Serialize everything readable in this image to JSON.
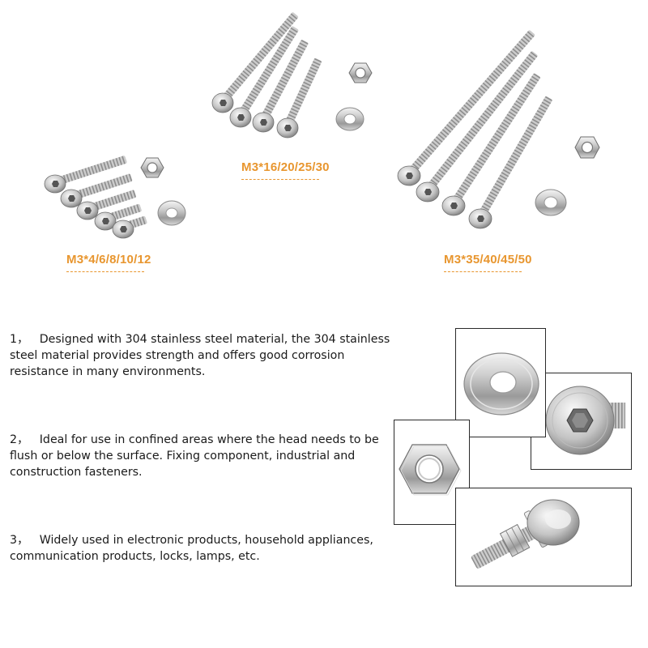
{
  "accent_color": "#e8962f",
  "sizes": {
    "small": "M3*4/6/8/10/12",
    "medium": "M3*16/20/25/30",
    "long": "M3*35/40/45/50"
  },
  "features": [
    {
      "index": "1，",
      "text": "Designed with 304 stainless steel material, the 304 stainless steel material provides strength and offers good corrosion resistance in many environments."
    },
    {
      "index": "2，",
      "text": "Ideal for use in confined areas where the head needs to be flush or below the surface. Fixing component, industrial and construction fasteners."
    },
    {
      "index": "3，",
      "text": "Widely used in electronic products, household appliances, communication products, locks, lamps, etc."
    }
  ],
  "icons": {
    "small_set": "button-head-screw-set-icon",
    "medium_set": "medium-screw-set-icon",
    "long_set": "long-screw-set-icon",
    "washer": "flat-washer-icon",
    "hex_socket": "hex-socket-head-icon",
    "hex_nut": "hex-nut-icon",
    "assembled": "assembled-screw-nut-washer-icon"
  }
}
